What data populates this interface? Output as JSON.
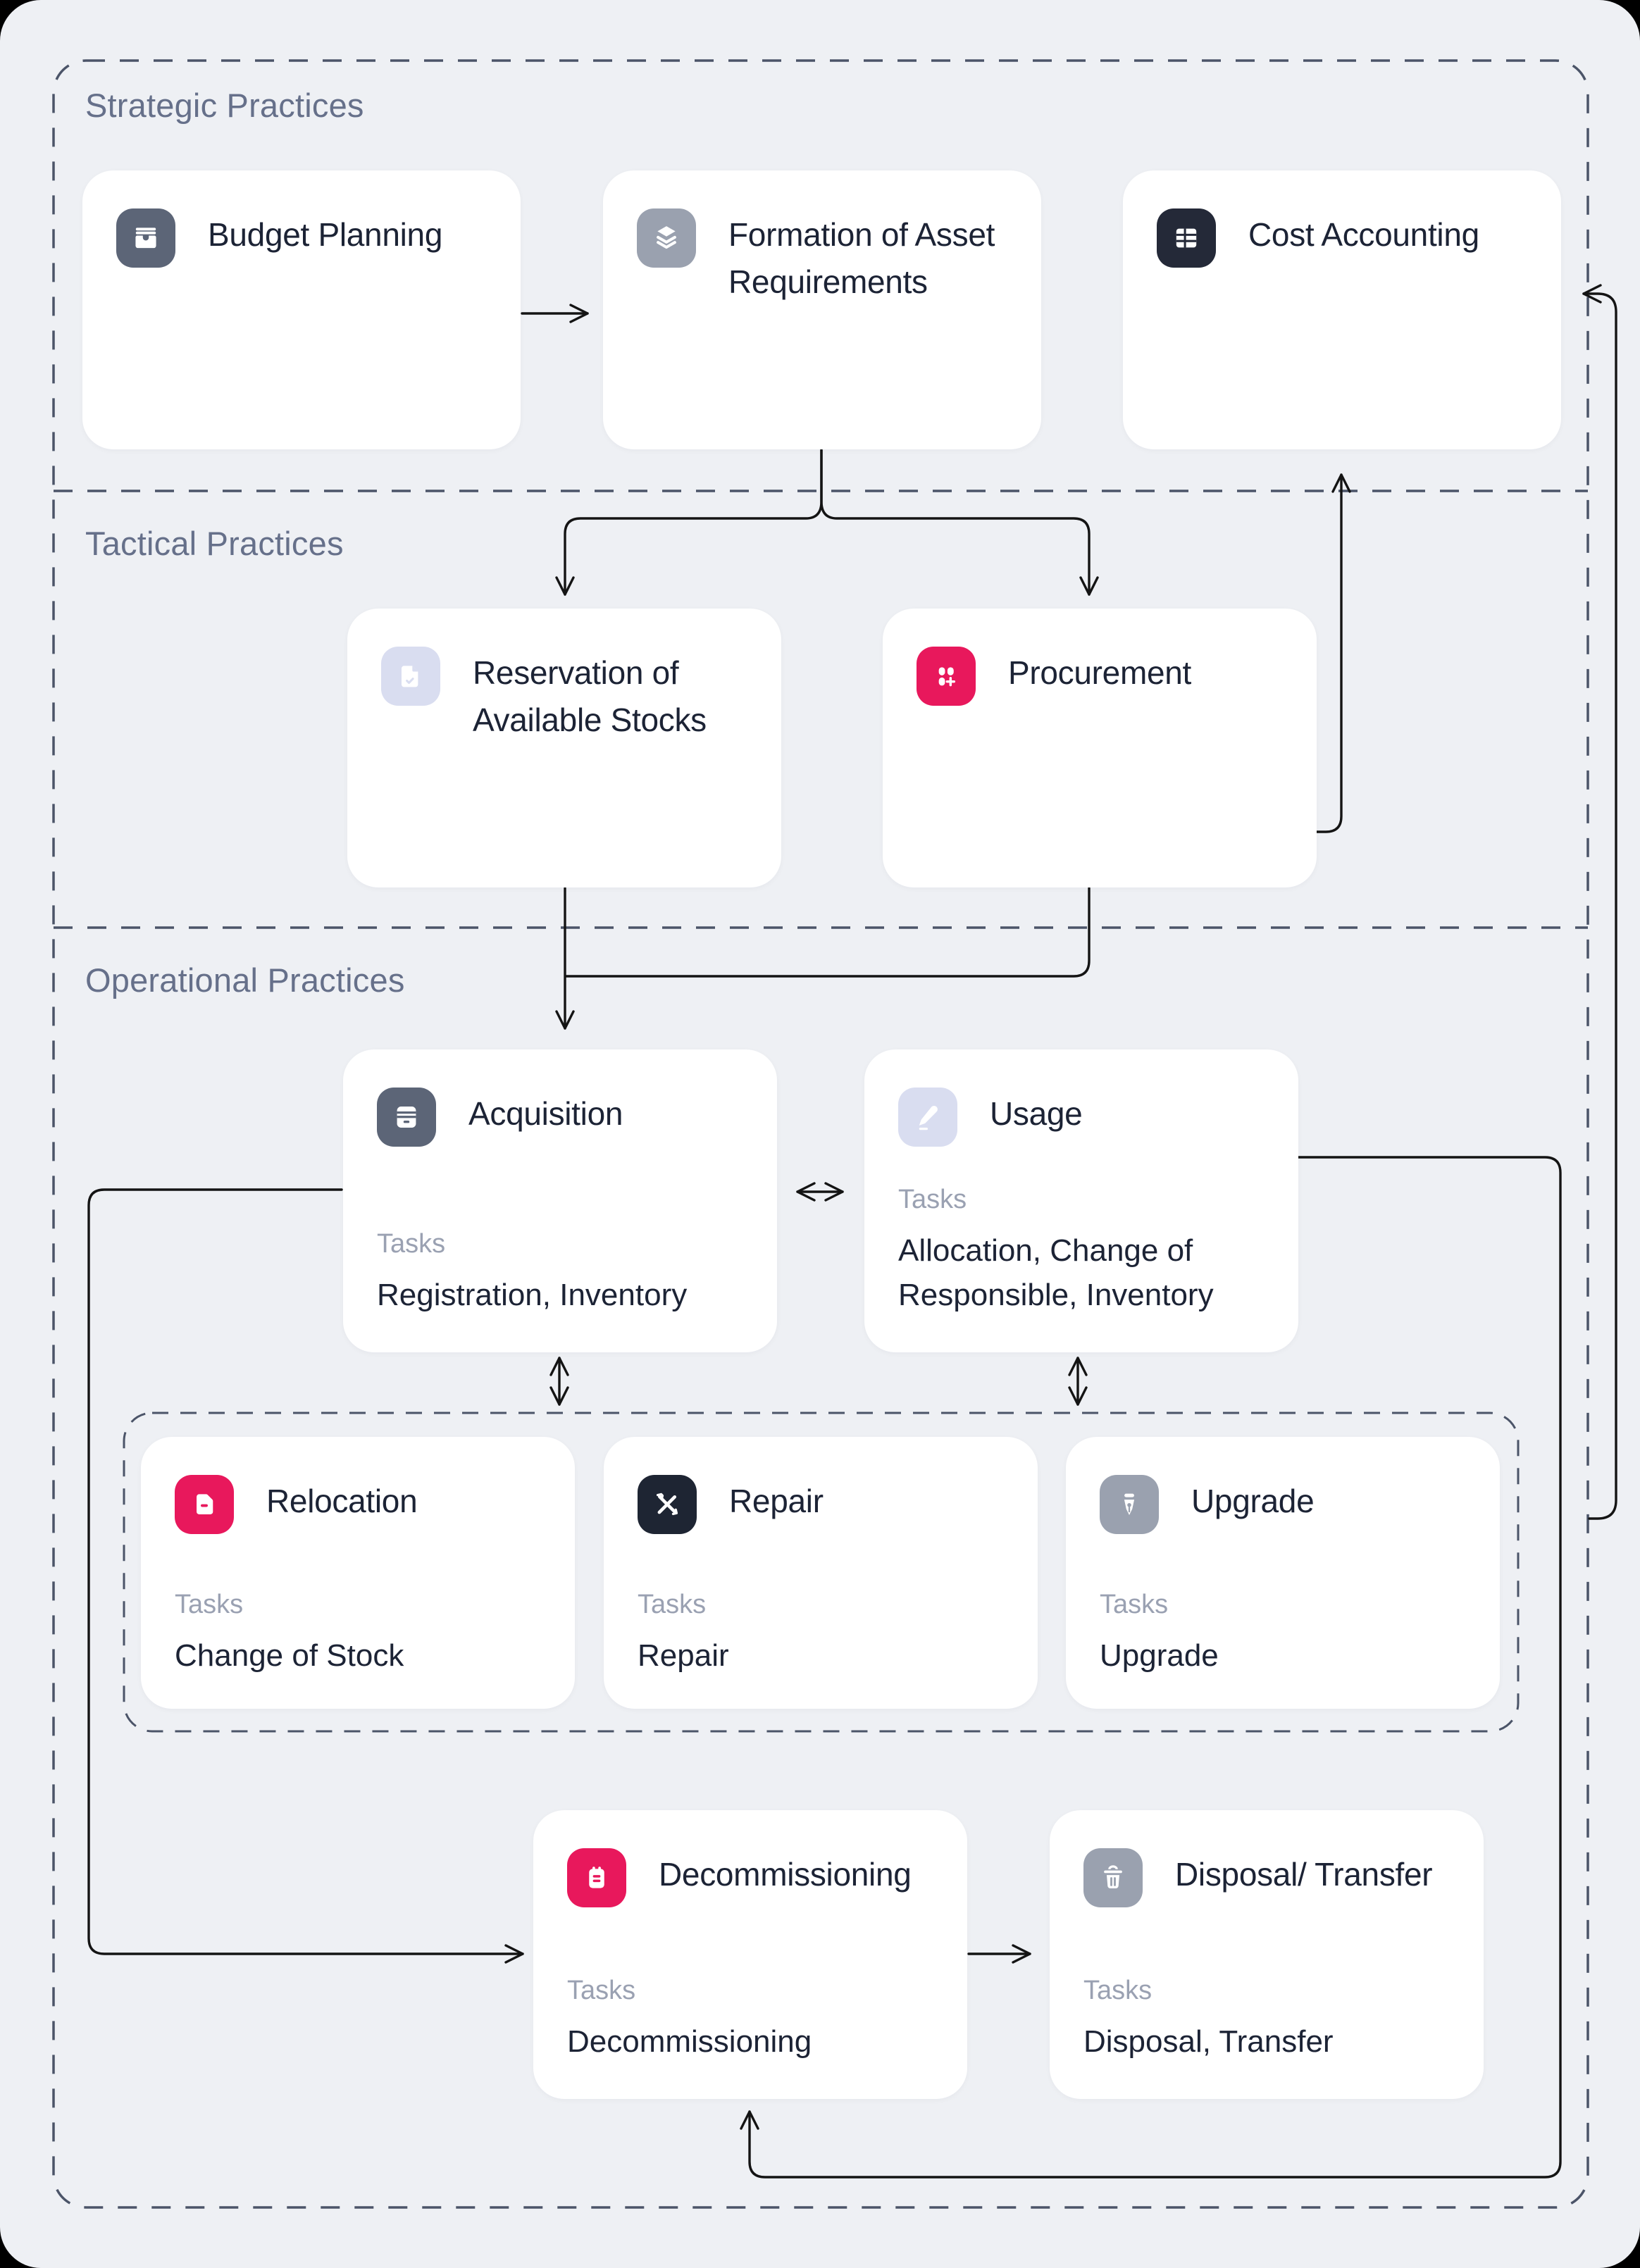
{
  "tasks_label": "Tasks",
  "sections": [
    {
      "label": "Strategic Practices"
    },
    {
      "label": "Tactical Practices"
    },
    {
      "label": "Operational Practices"
    }
  ],
  "nodes": {
    "budget": {
      "title": "Budget Planning",
      "icon": "archive-box-icon",
      "icon_bg": "#5C6577"
    },
    "formation": {
      "title": "Formation of Asset Requirements",
      "icon": "layers-icon",
      "icon_bg": "#9AA1AF"
    },
    "cost": {
      "title": "Cost Accounting",
      "icon": "spreadsheet-icon",
      "icon_bg": "#242938"
    },
    "reservation": {
      "title": "Reservation of Available Stocks",
      "icon": "document-check-icon",
      "icon_bg": "#D9DDF0"
    },
    "procurement": {
      "title": "Procurement",
      "icon": "grid-plus-icon",
      "icon_bg": "#E8185C"
    },
    "acquisition": {
      "title": "Acquisition",
      "tasks": "Registration, Inventory",
      "icon": "archive-drawer-icon",
      "icon_bg": "#5C6577"
    },
    "usage": {
      "title": "Usage",
      "tasks": "Allocation, Change of Responsible, Inventory",
      "icon": "pen-icon",
      "icon_bg": "#D9DDF0"
    },
    "relocation": {
      "title": "Relocation",
      "tasks": "Change of Stock",
      "icon": "sim-card-icon",
      "icon_bg": "#E8185C"
    },
    "repair": {
      "title": "Repair",
      "tasks": "Repair",
      "icon": "tools-icon",
      "icon_bg": "#1E2533"
    },
    "upgrade": {
      "title": "Upgrade",
      "tasks": "Upgrade",
      "icon": "pen-nib-icon",
      "icon_bg": "#9AA1AF"
    },
    "decommissioning": {
      "title": "Decommissioning",
      "tasks": "Decommissioning",
      "icon": "clipboard-icon",
      "icon_bg": "#E8185C"
    },
    "disposal": {
      "title": "Disposal/ Transfer",
      "tasks": "Disposal, Transfer",
      "icon": "trash-icon",
      "icon_bg": "#9AA1AF"
    }
  },
  "palette": {
    "background": "#EEF0F4",
    "card": "#FFFFFF",
    "title_text": "#1C2335",
    "section_text": "#66708A",
    "tasks_label_text": "#9AA1B2",
    "dashed_border": "#4B5468",
    "connector": "#141414",
    "accent_pink": "#E8185C",
    "icon_slate": "#5C6577",
    "icon_gray": "#9AA1AF",
    "icon_dark": "#242938",
    "icon_lavender": "#D9DDF0"
  }
}
